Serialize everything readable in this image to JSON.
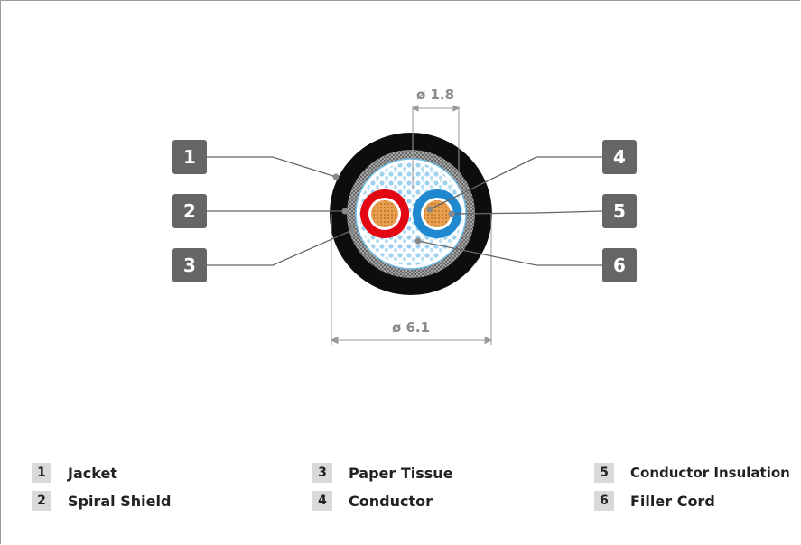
{
  "dimensions": {
    "inner_diameter": "ø 1.8",
    "outer_diameter": "ø 6.1"
  },
  "callouts": [
    {
      "number": "1"
    },
    {
      "number": "2"
    },
    {
      "number": "3"
    },
    {
      "number": "4"
    },
    {
      "number": "5"
    },
    {
      "number": "6"
    }
  ],
  "legend": [
    {
      "number": "1",
      "label": "Jacket"
    },
    {
      "number": "2",
      "label": "Spiral Shield"
    },
    {
      "number": "3",
      "label": "Paper Tissue"
    },
    {
      "number": "4",
      "label": "Conductor"
    },
    {
      "number": "5",
      "label": "Conductor Insulation"
    },
    {
      "number": "6",
      "label": "Filler Cord"
    }
  ],
  "colors": {
    "jacket": "#0d0d0d",
    "shield": "#8a8a8a",
    "paper_tissue": "#ffffff",
    "filler": "#bfe3f5",
    "insulation_red": "#e30613",
    "insulation_blue": "#1e88d0",
    "conductor": "#e8a050",
    "badge": "#666666"
  }
}
